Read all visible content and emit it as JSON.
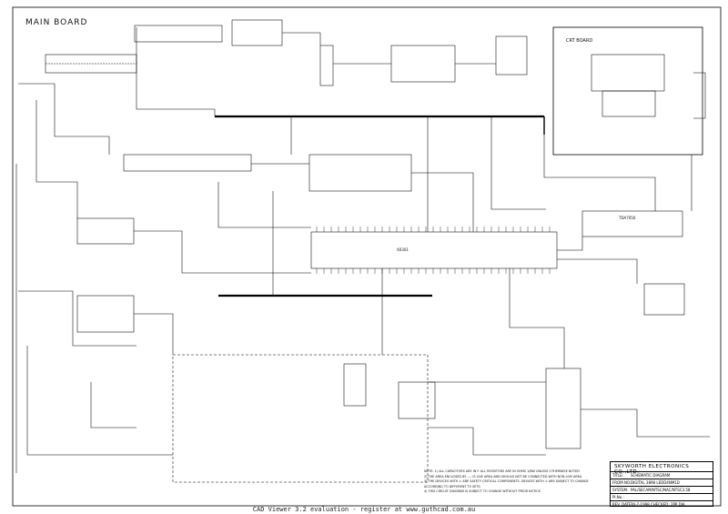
{
  "board_title": "MAIN BOARD",
  "sub_board_title": "CRT BOARD",
  "ic_labels": {
    "main_ic": "X0301",
    "sub_ic": "TDA7056"
  },
  "notes": [
    "NOTE: 1) ALL CAPACITORS ARE IN F. ALL RESISTORS ARE IN OHMS 1/8W UNLESS OTHERWISE NOTED",
    "2) THE AREA ENCLOSED BY ---- IS LIVE AREA AND SHOULD NOT BE CONNECTED WITH NON-LIVE AREA",
    "3) THE DEVICES WITH ⚠ ARE SAFETY CRITICAL COMPONENTS. DEVICES WITH ⚠ ARE SUBJECT TO CHANGE",
    "   ACCORDING TO DIFFERENT TV SETS.",
    "4) THIS CIRCUIT DIAGRAM IS SUBJECT TO CHANGE WITHOUT PRIOR NOTICE"
  ],
  "title_block": {
    "company": "SKYWORTH ELECTRONICS CO.,LTD.",
    "rows": [
      {
        "key": "TITLE:",
        "value": "SCHEMATIC DIAGRAM"
      },
      {
        "key": "FROM NO.:",
        "value": "DIGITAL 3898 LEDD4NM1D"
      },
      {
        "key": "SYSTEM:",
        "value": "PAL/SECAM/NTSC/NAC/NTSC3.58"
      },
      {
        "key": "Pl.No.:",
        "value": ""
      },
      {
        "key": "REV. DATE:",
        "value": "30-7-1998   CHECKED: 2PP    DIA"
      }
    ]
  },
  "footer": "CAD Viewer 3.2 evaluation - register at www.guthcad.com.au",
  "colors": {
    "ink": "#000000",
    "paper": "#ffffff"
  }
}
